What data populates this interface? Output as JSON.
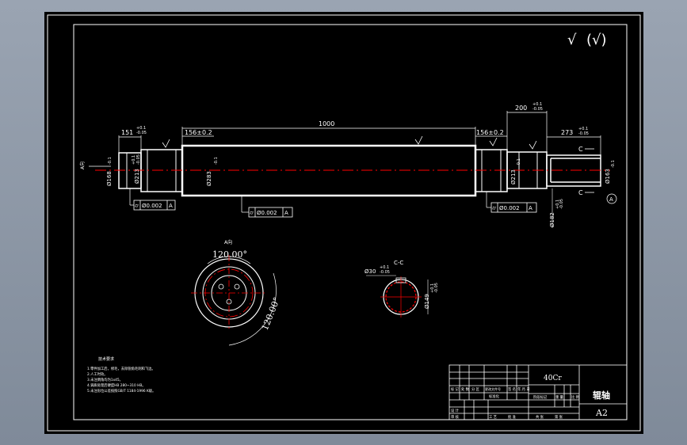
{
  "drawing": {
    "overall_length": "1000",
    "dim_left_end": "151",
    "dim_left_end_tol_upper": "+0.1",
    "dim_left_end_tol_lower": "-0.05",
    "dim_left_journal": "156±0.2",
    "dim_right_journal": "156±0.2",
    "dim_right_step": "200",
    "dim_right_step_tol_upper": "+0.1",
    "dim_right_step_tol_lower": "-0.05",
    "dim_right_end": "273",
    "dim_right_end_tol_upper": "+0.1",
    "dim_right_end_tol_lower": "-0.05",
    "dia_left_end": "Ø168",
    "dia_left_end_tol": "-0.1",
    "dia_left_journal": "Ø213",
    "dia_left_journal_tol_upper": "+0.1",
    "dia_left_journal_tol_lower": "-0.05",
    "dia_body": "Ø283",
    "dia_body_tol": "-0.1",
    "dia_right_journal": "Ø213",
    "dia_right_journal_tol": "-0.1",
    "dia_right_neck": "Ø182",
    "dia_right_neck_tol_upper": "+0.1",
    "dia_right_neck_tol_lower": "-0.05",
    "dia_right_end": "Ø163",
    "dia_right_end_tol": "-0.1",
    "tol_frame_left": [
      "⌭",
      "Ø0.002",
      "A"
    ],
    "tol_frame_center": [
      "⌭",
      "Ø0.002",
      "A"
    ],
    "tol_frame_right": [
      "⌭",
      "Ø0.002",
      "A"
    ],
    "datum_label": "A",
    "section_label_left": "C",
    "section_label_right": "C",
    "view_label_side": "A向",
    "end_view_title": "A向",
    "end_view_angle_top": "120.00°",
    "end_view_angle_side": "120.00°",
    "section_title": "C-C",
    "section_key_width": "Ø30",
    "section_key_tol_upper": "+0.1",
    "section_key_tol_lower": "-0.05",
    "section_dia": "Ø149",
    "section_dia_tol_upper": "+0.1",
    "section_dia_tol_lower": "-0.05",
    "roughness_symbol": "√",
    "roughness_other": "(√)"
  },
  "notes": {
    "title": "技术要求",
    "lines": [
      "1.零件加工后，修毛，去除锐角毛刺和飞边。",
      "2.人工时效。",
      "3.未注倒角均为1x45。",
      "4.调质处理后硬度HB 280~310 HB。",
      "5.未注形位公差按照GB/T 1184-1996 K级。"
    ]
  },
  "title_block": {
    "material": "40Cr",
    "part_name": "辊轴",
    "sheet_size": "A2",
    "labels": {
      "mark": "标 记",
      "count": "处 数",
      "zone": "分 区",
      "change_doc": "更改文件号",
      "signature": "签 名",
      "date": "年.月.日",
      "designer": "设 计",
      "standardize": "标准化",
      "stage_mark": "阶段标记",
      "weight": "重 量",
      "scale": "比 例",
      "review": "审 核",
      "craft": "工 艺",
      "approve": "批 准",
      "sheets": "共 张",
      "sheet_no": "第 张"
    }
  },
  "colors": {
    "background": "#000000",
    "lines": "#ffffff",
    "centerline": "#ff0000",
    "dimension": "#ffffff"
  }
}
